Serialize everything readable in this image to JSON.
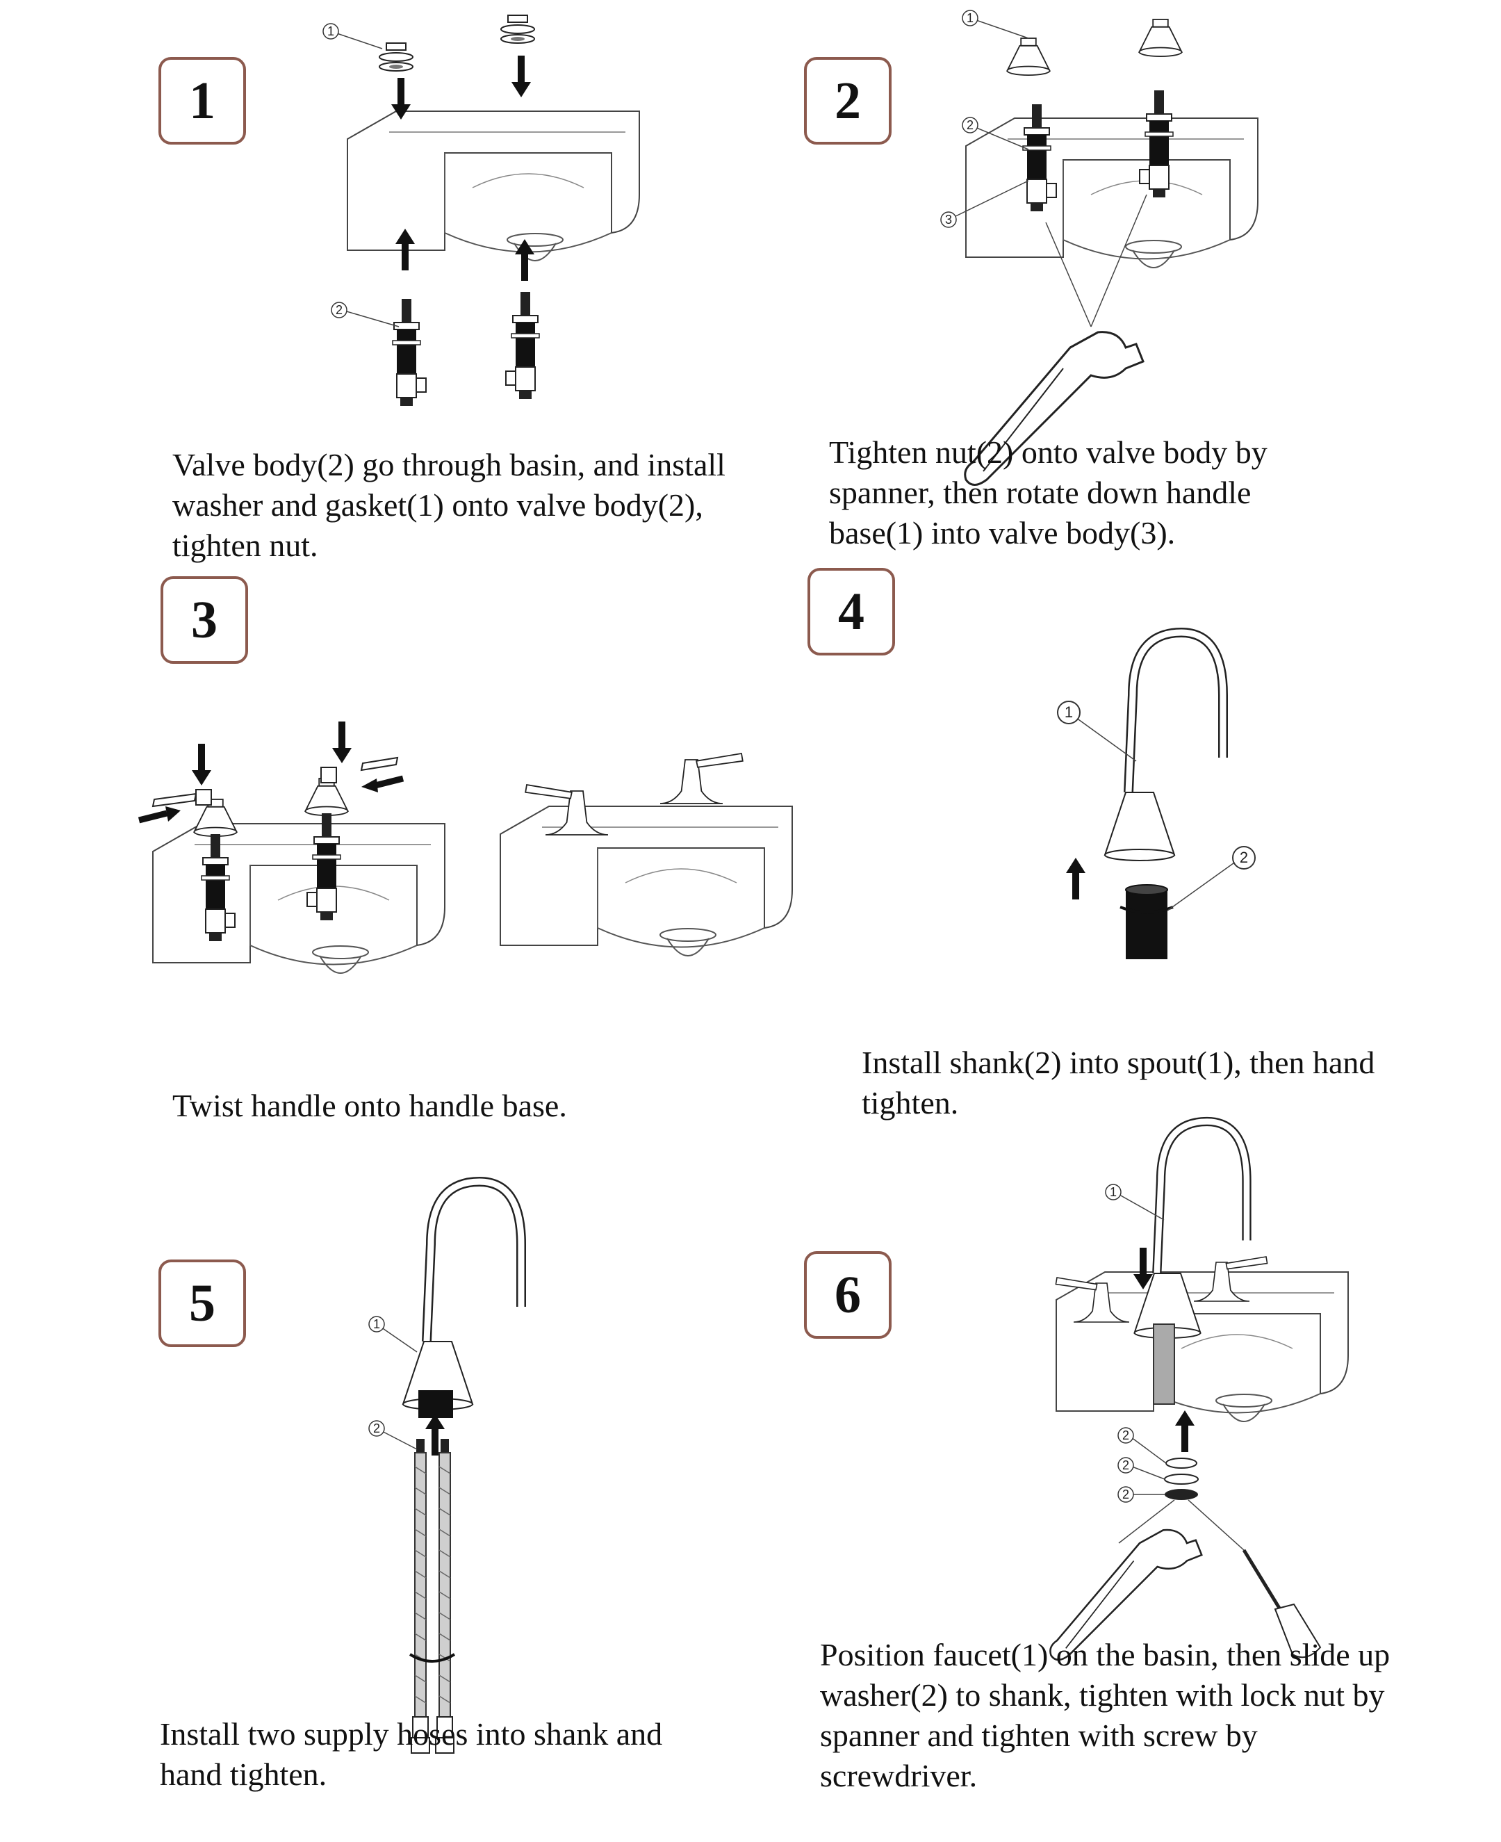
{
  "steps": [
    {
      "number": "1",
      "caption": "Valve body(2) go through basin, and install washer and gasket(1) onto valve body(2), tighten nut.",
      "callouts": [
        "1",
        "2"
      ]
    },
    {
      "number": "2",
      "caption": "Tighten nut(2) onto valve body by spanner, then rotate down handle base(1) into valve body(3).",
      "callouts": [
        "1",
        "2",
        "3"
      ]
    },
    {
      "number": "3",
      "caption": "Twist handle onto handle base.",
      "callouts": []
    },
    {
      "number": "4",
      "caption": "Install shank(2) into spout(1), then hand tighten.",
      "callouts": [
        "1",
        "2"
      ]
    },
    {
      "number": "5",
      "caption": "Install two supply hoses into shank and hand tighten.",
      "callouts": [
        "1",
        "2"
      ]
    },
    {
      "number": "6",
      "caption": "Position faucet(1) on the basin, then slide up washer(2) to shank, tighten with lock nut by spanner and tighten with screw by screwdriver.",
      "callouts": [
        "1",
        "2",
        "2",
        "2"
      ]
    }
  ]
}
